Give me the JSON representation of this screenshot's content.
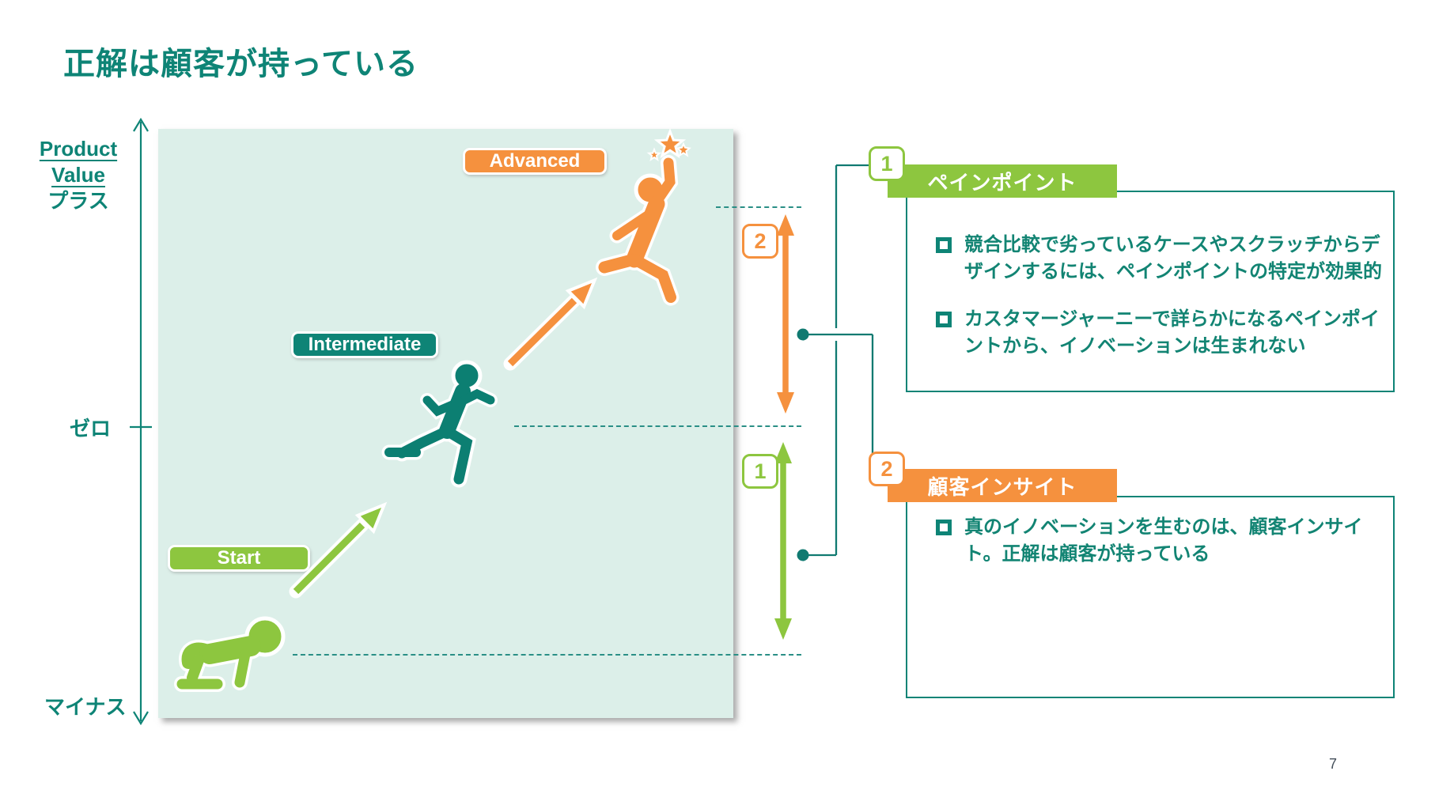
{
  "slide": {
    "title": "正解は顧客が持っている",
    "page_number": "7"
  },
  "axis": {
    "label_en_line1": "Product",
    "label_en_line2": "Value",
    "label_plus": "プラス",
    "label_zero": "ゼロ",
    "label_minus": "マイナス"
  },
  "stages": {
    "start": {
      "label": "Start"
    },
    "intermediate": {
      "label": "Intermediate"
    },
    "advanced": {
      "label": "Advanced"
    }
  },
  "gap_markers": {
    "upper_number": "2",
    "lower_number": "1"
  },
  "callouts": [
    {
      "number": "1",
      "title": "ペインポイント",
      "bullets": [
        "競合比較で劣っているケースやスクラッチからデザインするには、ペインポイントの特定が効果的",
        "カスタマージャーニーで詳らかになるペインポイントから、イノベーションは生まれない"
      ]
    },
    {
      "number": "2",
      "title": "顧客インサイト",
      "bullets": [
        "真のイノベーションを生むのは、顧客インサイト。正解は顧客が持っている"
      ]
    }
  ],
  "colors": {
    "teal": "#0E8476",
    "green": "#8DC63F",
    "orange": "#F5913E",
    "mint_background": "#DCEFE9",
    "body_text": "#128473",
    "connector": "#107A71",
    "page_number": "#444F5A"
  }
}
